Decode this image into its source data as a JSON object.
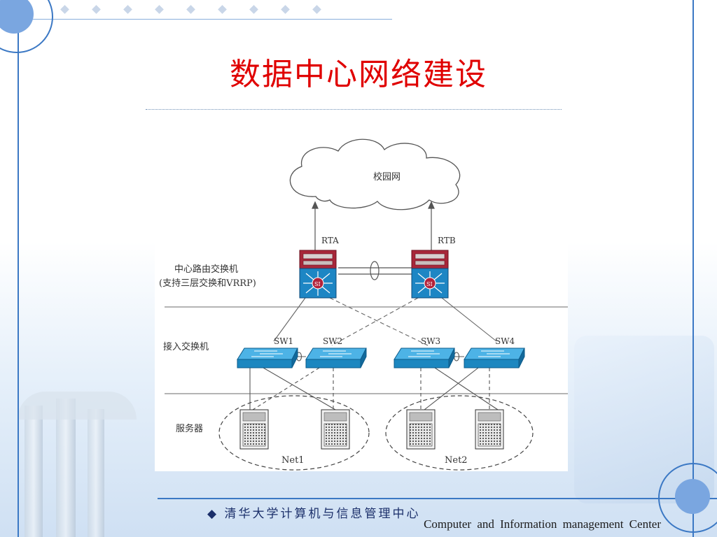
{
  "slide": {
    "title": "数据中心网络建设",
    "footer_org": "◆ 清华大学计算机与信息管理中心",
    "footer_en": "Computer  and  Information  management  Center"
  },
  "diagram": {
    "cloud_label": "校园网",
    "routers": [
      {
        "label": "RTA",
        "chip": "SI"
      },
      {
        "label": "RTB",
        "chip": "SI"
      }
    ],
    "layer_core_line1": "中心路由交换机",
    "layer_core_line2": "(支持三层交换和VRRP)",
    "layer_access": "接入交换机",
    "layer_servers": "服务器",
    "switches": [
      "SW1",
      "SW2",
      "SW3",
      "SW4"
    ],
    "nets": [
      "Net1",
      "Net2"
    ]
  }
}
